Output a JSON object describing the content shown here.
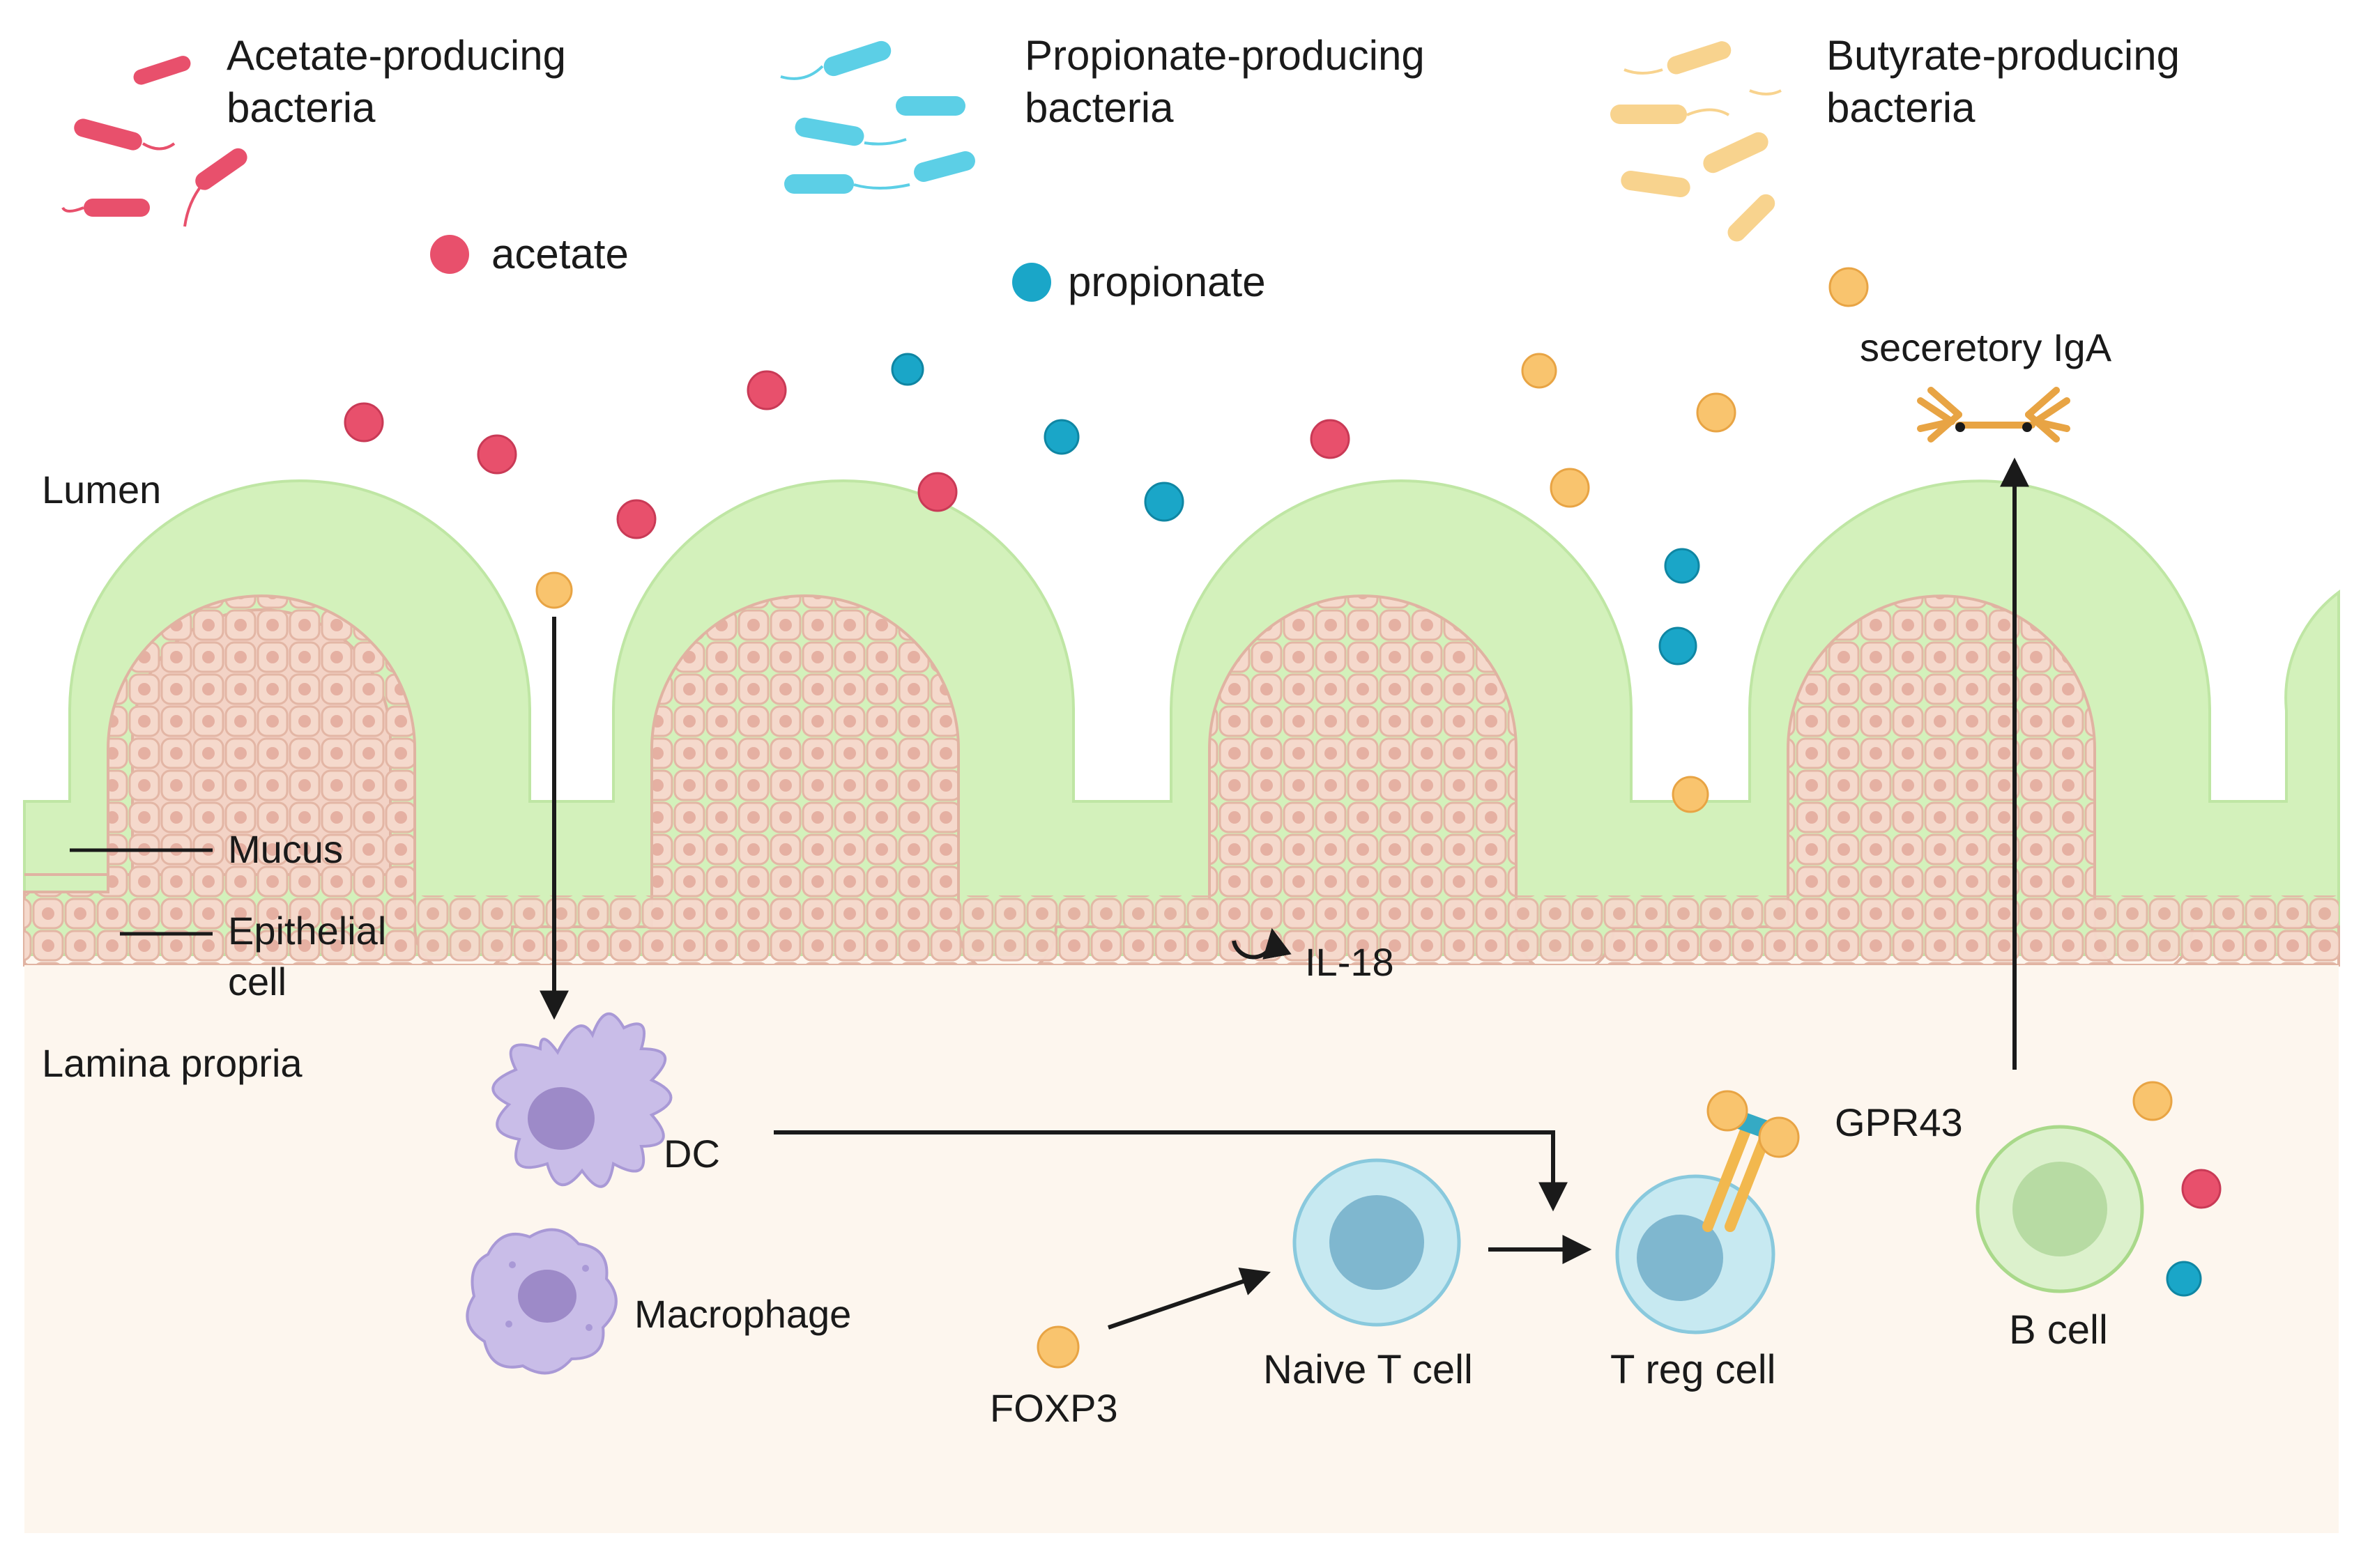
{
  "bacteria_groups": [
    {
      "label_line1": "Acetate-producing",
      "label_line2": "bacteria",
      "color": "#e8506c"
    },
    {
      "label_line1": "Propionate-producing",
      "label_line2": "bacteria",
      "color": "#5ccfe6"
    },
    {
      "label_line1": "Butyrate-producing",
      "label_line2": "bacteria",
      "color": "#f8d38e"
    }
  ],
  "metabolites": {
    "acetate": {
      "label": "acetate",
      "color": "#e8506c"
    },
    "propionate": {
      "label": "propionate",
      "color": "#1aa6c8"
    },
    "butyrate": {
      "color": "#f9c46e"
    }
  },
  "regions": {
    "lumen": "Lumen",
    "lamina_propria": "Lamina propria"
  },
  "layers": {
    "mucus": "Mucus",
    "epithelial_line1": "Epithelial",
    "epithelial_line2": "cell",
    "mucus_color": "#d3f1bb",
    "epithelium_color": "#f3d3c6",
    "background_color": "#fdf6ee"
  },
  "immune": {
    "il18": "IL-18",
    "dc": "DC",
    "macrophage": "Macrophage",
    "foxp3": "FOXP3",
    "naive_t_cell": "Naive T cell",
    "treg_cell": "T reg cell",
    "gpr43": "GPR43",
    "b_cell": "B cell",
    "iga": "seceretory IgA"
  }
}
